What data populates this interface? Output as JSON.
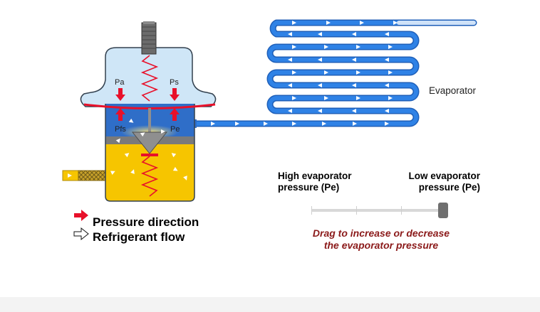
{
  "labels": {
    "pa": "Pa",
    "ps": "Ps",
    "pfs": "Pfs",
    "pe": "Pe",
    "evaporator": "Evaporator"
  },
  "legend": {
    "pressure_direction": "Pressure direction",
    "refrigerant_flow": "Refrigerant flow"
  },
  "slider": {
    "left_label_line1": "High evaporator",
    "left_label_line2": "pressure (Pe)",
    "right_label_line1": "Low evaporator",
    "right_label_line2": "pressure (Pe)",
    "position_fraction": 1.0,
    "instruction": "Drag to increase or decrease the evaporator pressure"
  },
  "colors": {
    "dome": "#cfe6f7",
    "pressure_chamber": "#2f6ec8",
    "liquid": "#f6c500",
    "diaphragm": "#e8102a",
    "pressure_arrow": "#e8102a",
    "tube": "#1f73d6",
    "instruction_text": "#8b1a1a"
  }
}
